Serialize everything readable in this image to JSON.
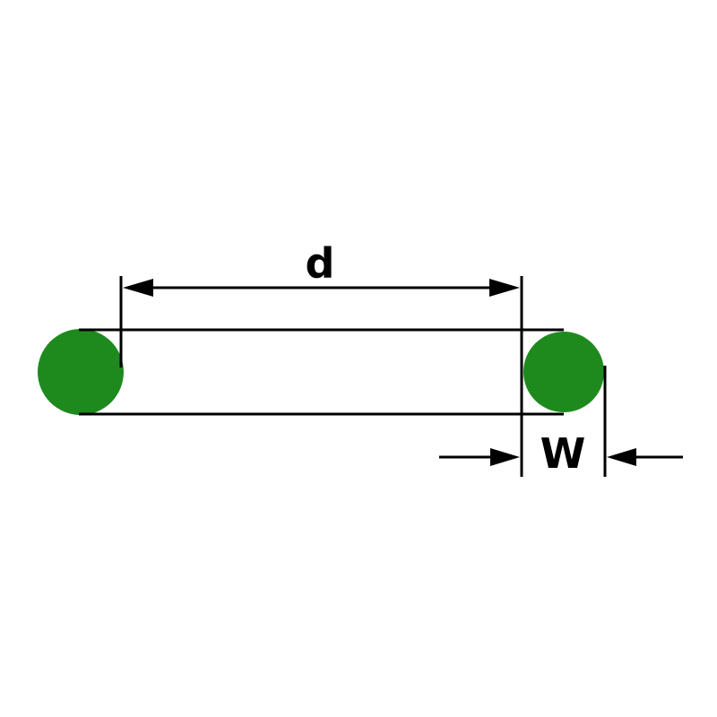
{
  "diagram": {
    "name": "o-ring-dimension-diagram",
    "description": "Cross-section side view of an O-ring with dimension callouts",
    "labels": {
      "inner_diameter": "d",
      "cross_section_width": "W"
    },
    "colors": {
      "oring_green": "#1e8a1e",
      "line_black": "#000000",
      "background": "#ffffff"
    }
  }
}
